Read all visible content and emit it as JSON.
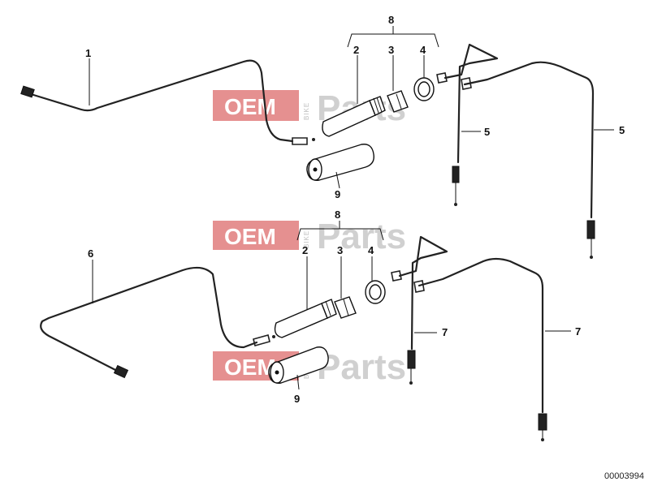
{
  "callouts": {
    "top_1": "1",
    "top_2": "2",
    "top_3": "3",
    "top_4": "4",
    "top_5a": "5",
    "top_5b": "5",
    "top_8": "8",
    "top_9": "9",
    "bot_6": "6",
    "bot_2": "2",
    "bot_3": "3",
    "bot_4": "4",
    "bot_7a": "7",
    "bot_7b": "7",
    "bot_8": "8",
    "bot_9": "9"
  },
  "watermark": {
    "oem": "OEM",
    "bike": "BIKE",
    "parts": "Parts"
  },
  "document_number": "00003994",
  "colors": {
    "watermark_red": "#e07c7c",
    "watermark_grey": "#c8c8c8",
    "line": "#222222"
  }
}
